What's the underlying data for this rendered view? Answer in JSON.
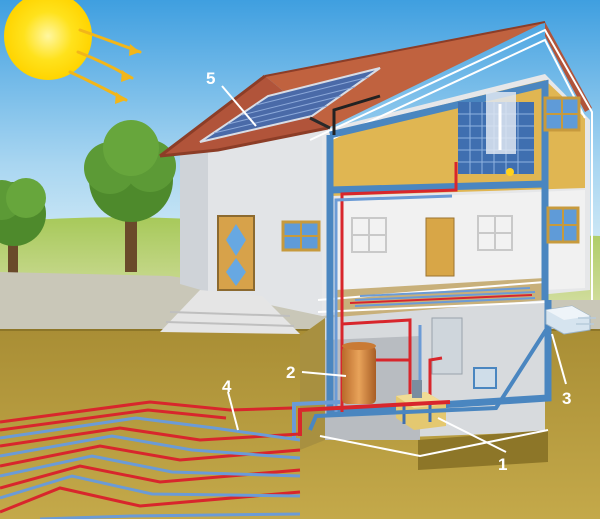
{
  "callouts": [
    {
      "id": "c1",
      "label": "1"
    },
    {
      "id": "c2",
      "label": "2"
    },
    {
      "id": "c3",
      "label": "3"
    },
    {
      "id": "c4",
      "label": "4"
    },
    {
      "id": "c5",
      "label": "5"
    }
  ],
  "colors": {
    "sky_top": "#3f9fe0",
    "sky_bottom": "#dff0f8",
    "sun": "#ffe21c",
    "roof": "#b1543a",
    "wall": "#dcdfe3",
    "soil": "#b69a3b",
    "pipe_hot": "#d8262c",
    "pipe_cold": "#6b9bd6",
    "frame": "#4a86c0"
  },
  "icons": [
    "sun-icon",
    "tree-icon",
    "solar-panel-icon",
    "heat-pump-icon",
    "storage-tank-icon",
    "outdoor-unit-icon",
    "shower-icon",
    "door-icon"
  ]
}
